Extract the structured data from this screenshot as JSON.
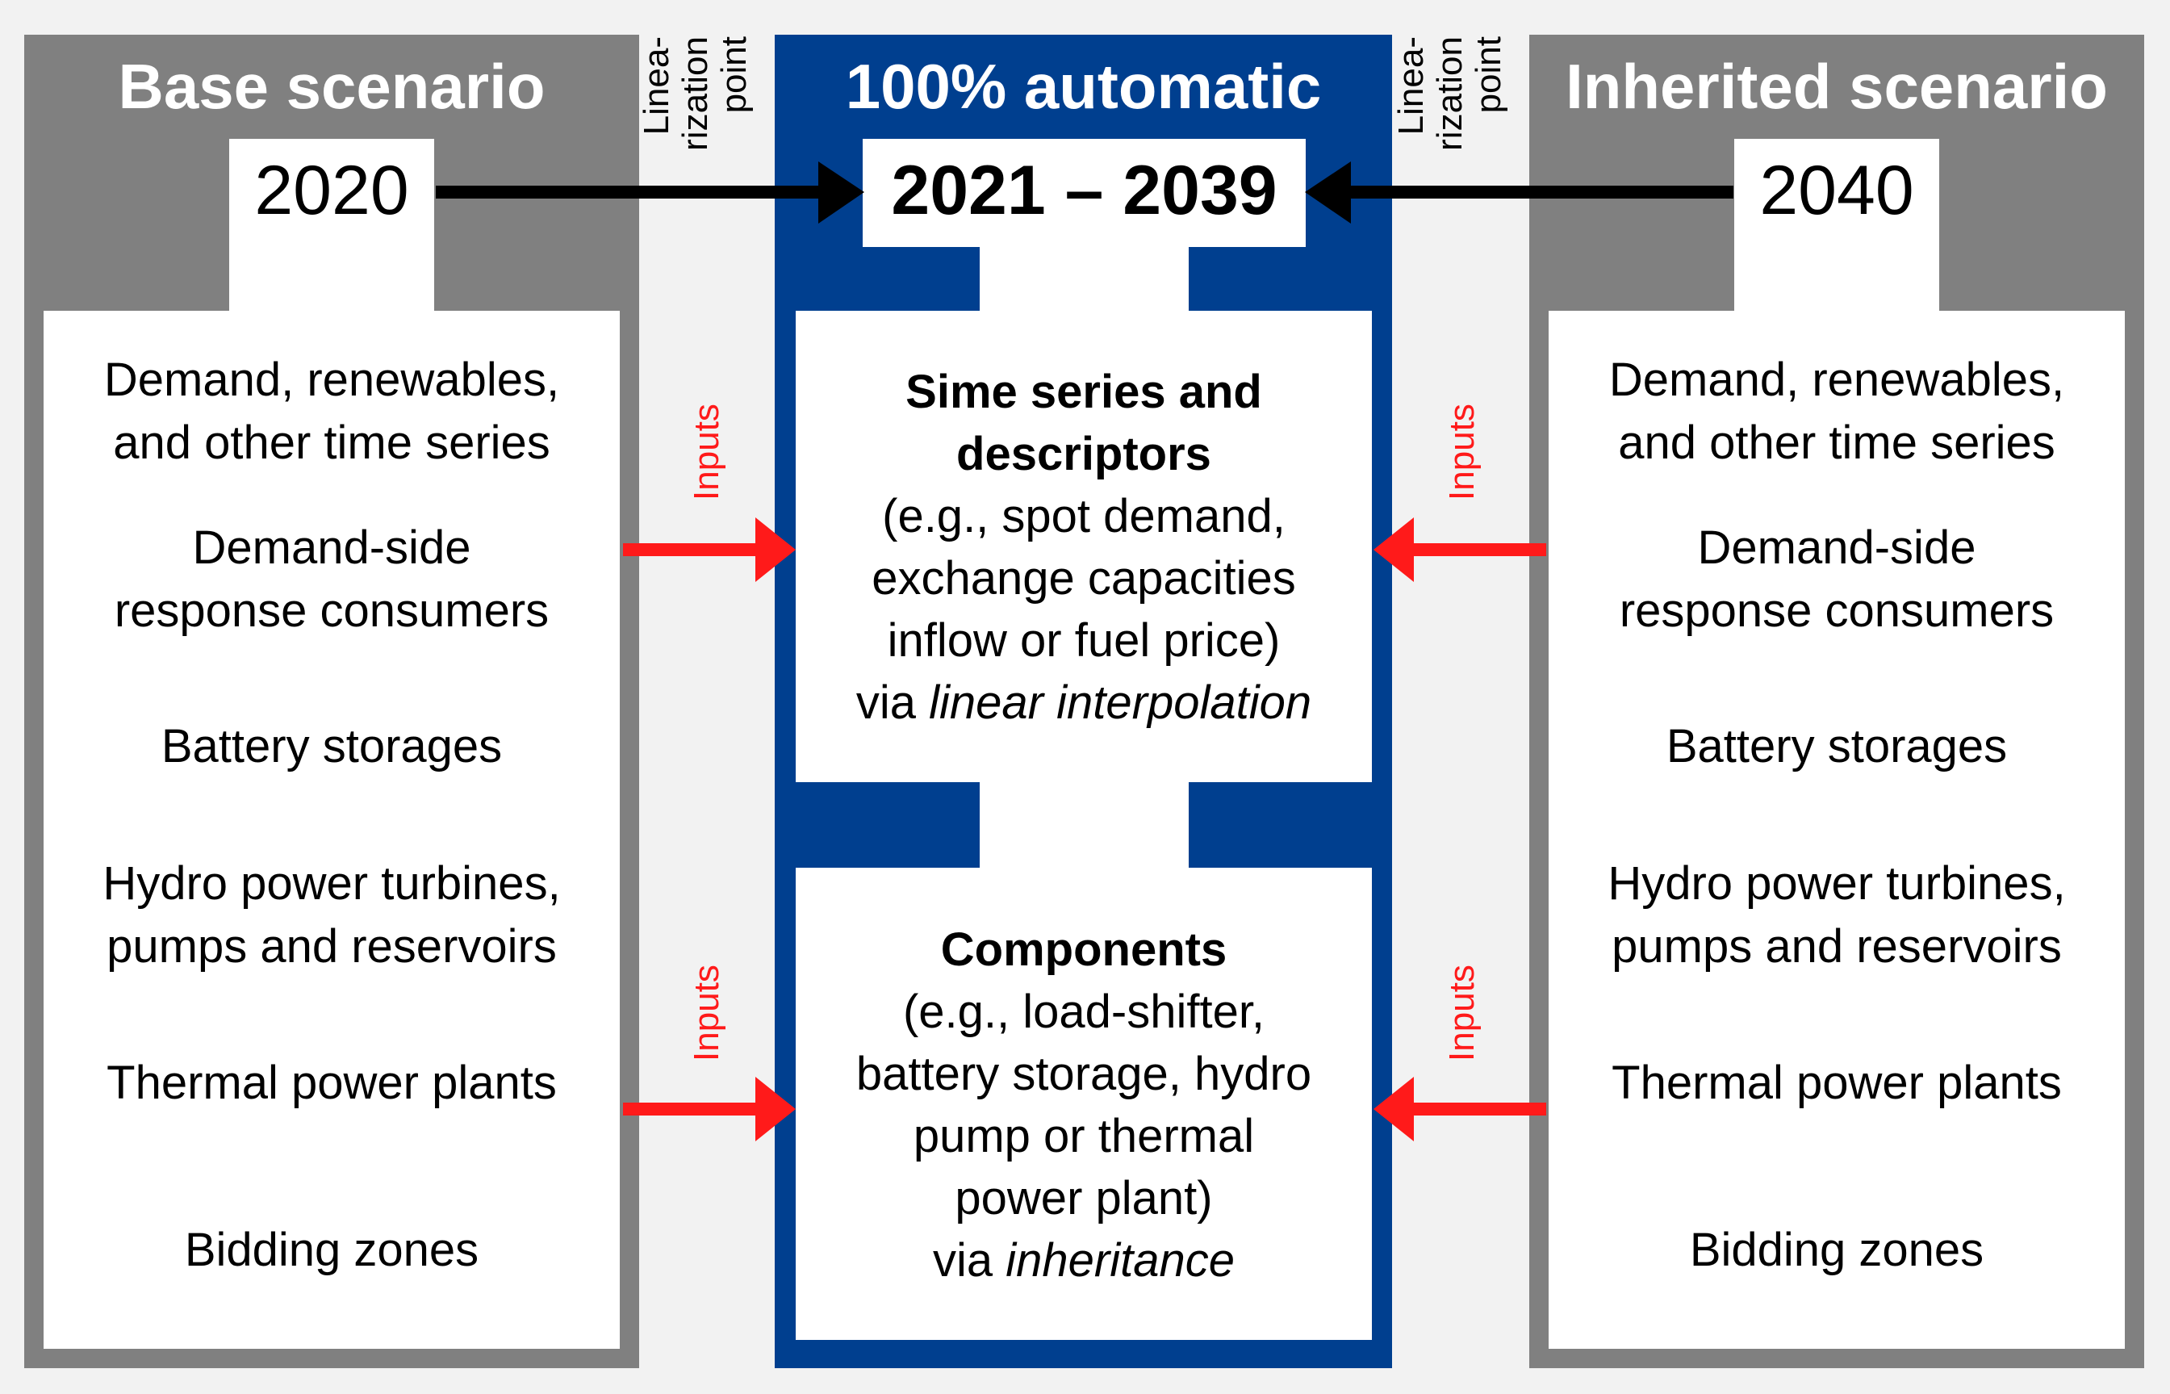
{
  "colors": {
    "gray_panel": "#808080",
    "blue_panel": "#003f8f",
    "black_arrow": "#000000",
    "red_arrow": "#ff1a1a",
    "background": "#f2f2f2"
  },
  "left": {
    "title": "Base scenario",
    "year": "2020",
    "items": [
      [
        "Demand, renewables,",
        "and other time series"
      ],
      [
        "Demand-side",
        "response consumers"
      ],
      [
        "Battery storages"
      ],
      [
        "Hydro power turbines,",
        "pumps and reservoirs"
      ],
      [
        "Thermal power plants"
      ],
      [
        "Bidding zones"
      ]
    ]
  },
  "center": {
    "title": "100% automatic",
    "years": "2021 – 2039",
    "top_box": {
      "heading": [
        "Sime series and",
        "descriptors"
      ],
      "body": [
        "(e.g., spot demand,",
        "exchange capacities",
        "inflow or fuel price)"
      ],
      "via": "via ",
      "method": "linear interpolation"
    },
    "bottom_box": {
      "heading": "Components",
      "body": [
        "(e.g., load-shifter,",
        "battery storage, hydro",
        "pump or thermal",
        "power plant)"
      ],
      "via": "via ",
      "method": "inheritance"
    }
  },
  "right": {
    "title": "Inherited scenario",
    "year": "2040",
    "items": [
      [
        "Demand, renewables,",
        "and other time series"
      ],
      [
        "Demand-side",
        "response consumers"
      ],
      [
        "Battery storages"
      ],
      [
        "Hydro power turbines,",
        "pumps and reservoirs"
      ],
      [
        "Thermal power plants"
      ],
      [
        "Bidding zones"
      ]
    ]
  },
  "linearization_label": [
    "Linea-",
    "rization",
    "point"
  ],
  "inputs_label": "Inputs"
}
